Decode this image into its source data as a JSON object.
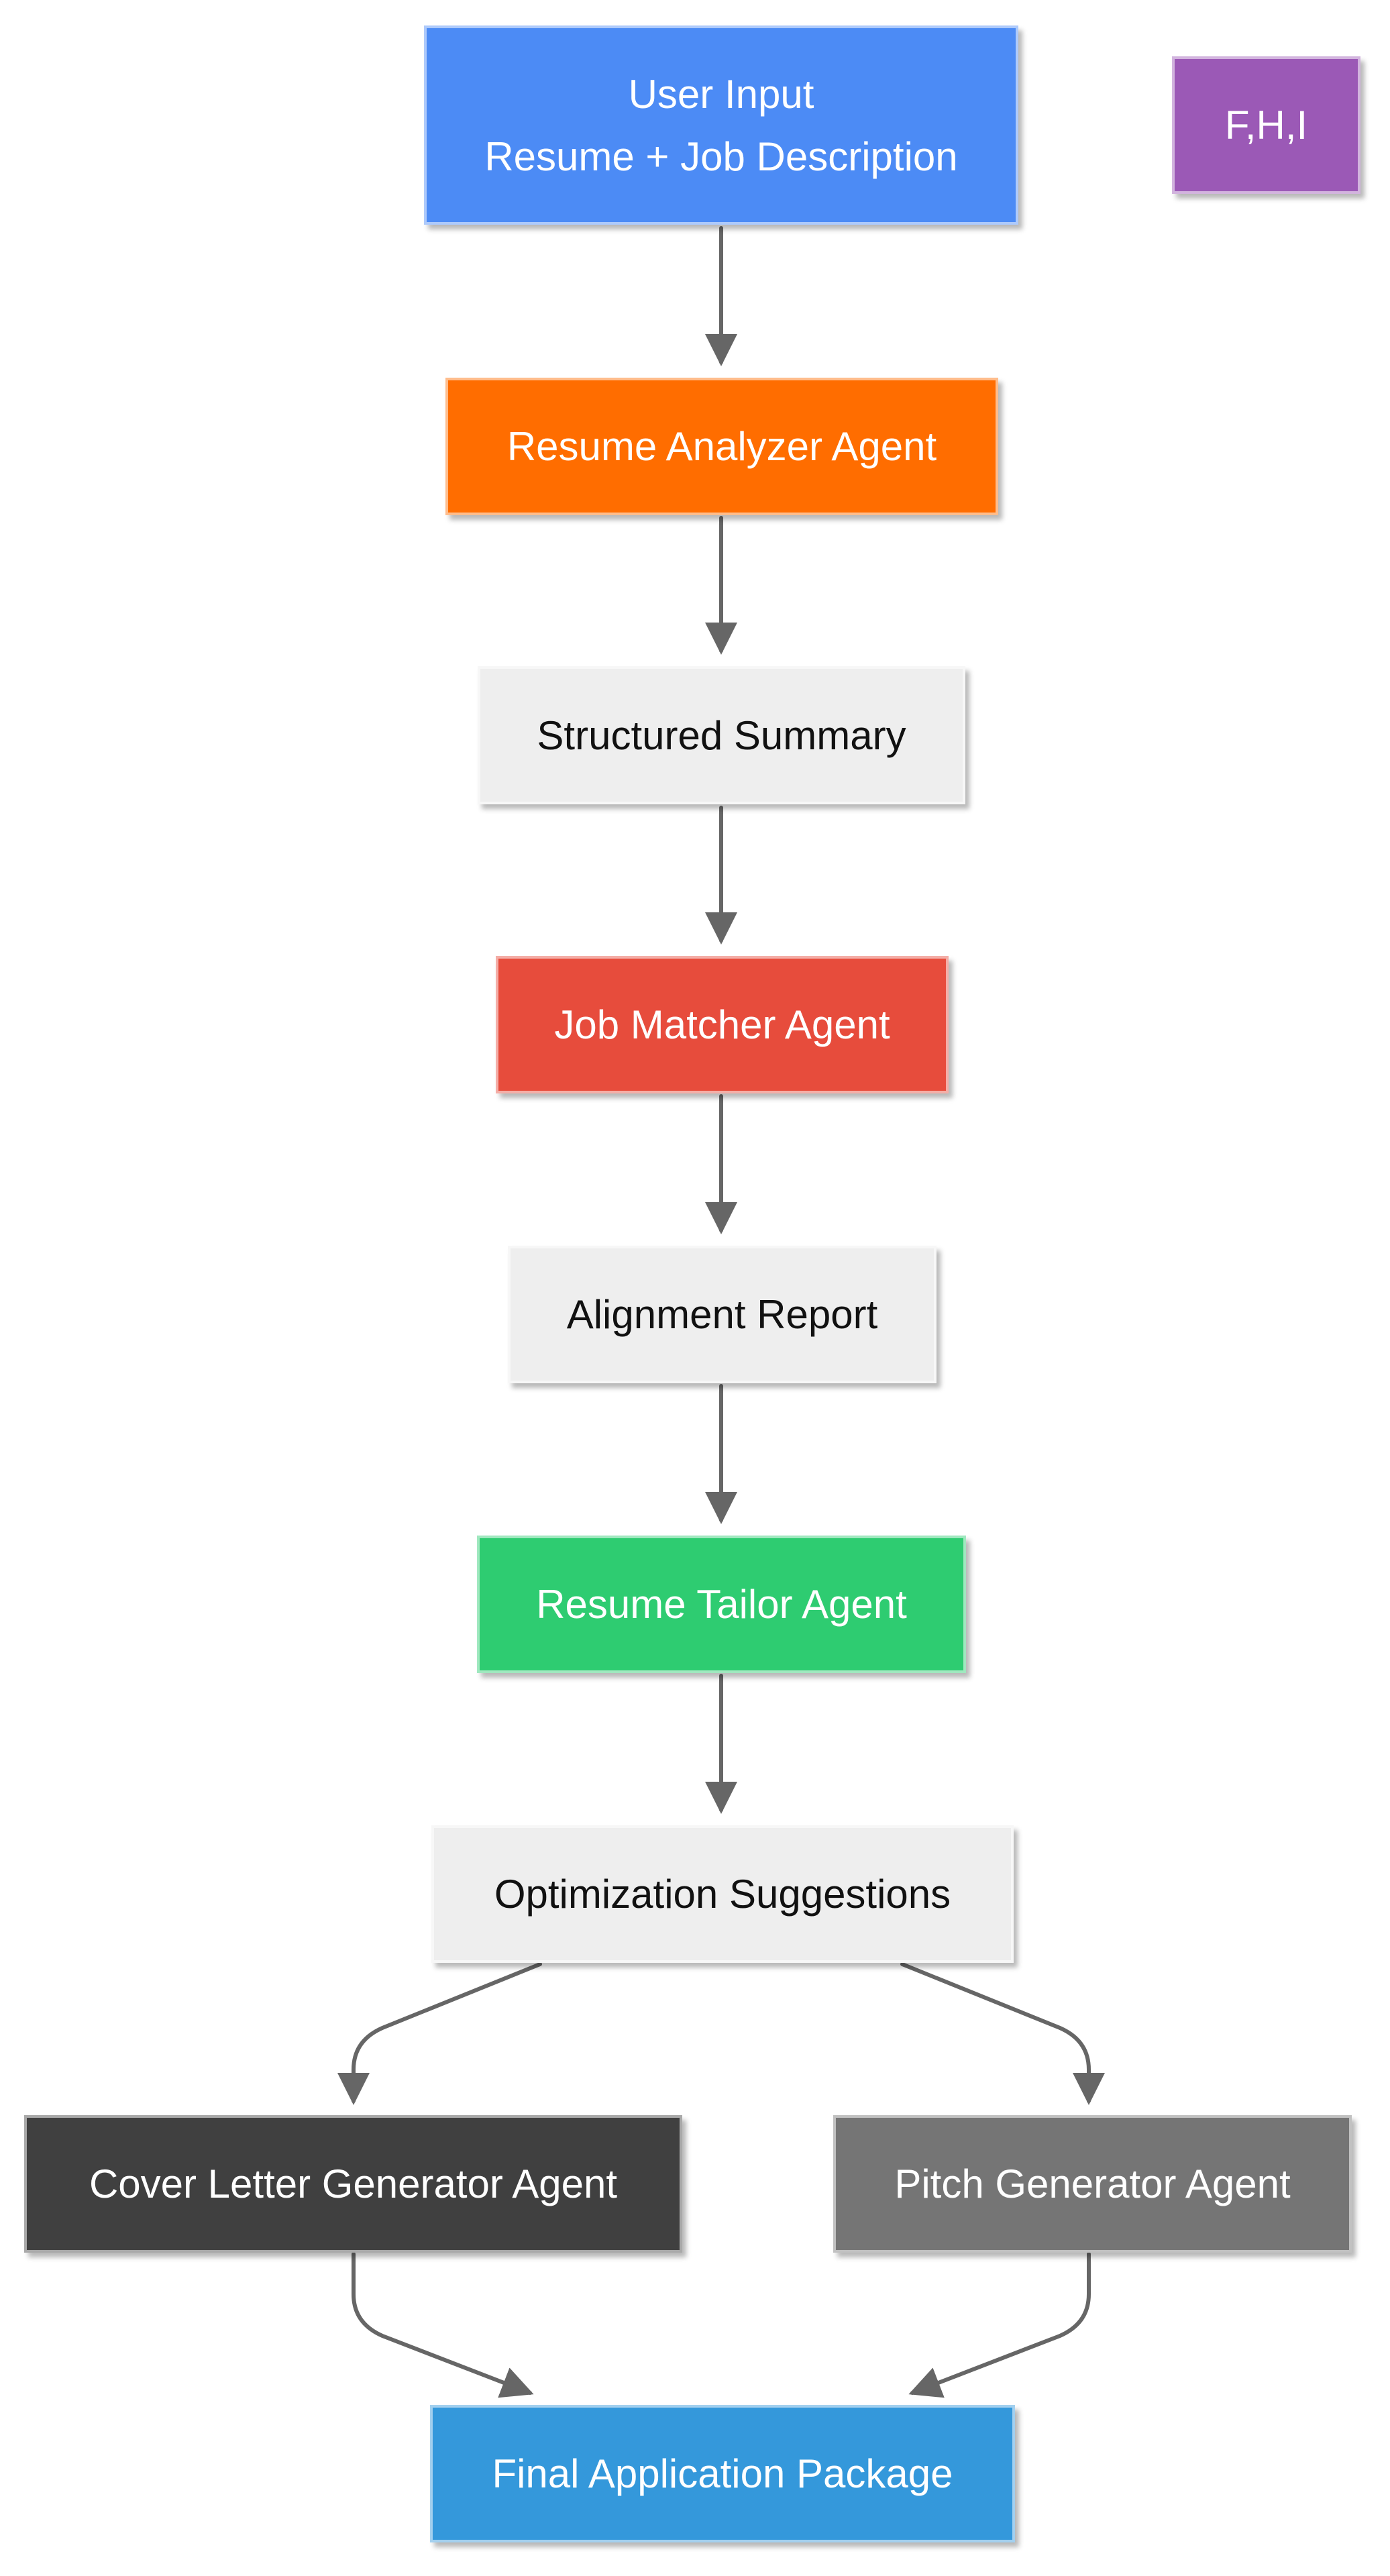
{
  "nodes": {
    "user_input": {
      "lines": [
        "User Input",
        "Resume + Job Description"
      ],
      "fill": "#4c8bf5",
      "text_color": "#ffffff"
    },
    "fhi": {
      "lines": [
        "F,H,I"
      ],
      "fill": "#9b59b6",
      "text_color": "#ffffff"
    },
    "resume_analyzer": {
      "lines": [
        "Resume Analyzer Agent"
      ],
      "fill": "#ff6d00",
      "text_color": "#ffffff"
    },
    "structured_summary": {
      "lines": [
        "Structured Summary"
      ],
      "fill": "#eeeeee",
      "text_color": "#111111"
    },
    "job_matcher": {
      "lines": [
        "Job Matcher Agent"
      ],
      "fill": "#e74c3c",
      "text_color": "#ffffff"
    },
    "alignment_report": {
      "lines": [
        "Alignment Report"
      ],
      "fill": "#eeeeee",
      "text_color": "#111111"
    },
    "resume_tailor": {
      "lines": [
        "Resume Tailor Agent"
      ],
      "fill": "#2ecc71",
      "text_color": "#ffffff"
    },
    "optimization_suggestions": {
      "lines": [
        "Optimization Suggestions"
      ],
      "fill": "#eeeeee",
      "text_color": "#111111"
    },
    "cover_letter_generator": {
      "lines": [
        "Cover Letter Generator Agent"
      ],
      "fill": "#404040",
      "text_color": "#ffffff"
    },
    "pitch_generator": {
      "lines": [
        "Pitch Generator Agent"
      ],
      "fill": "#757575",
      "text_color": "#ffffff"
    },
    "final_package": {
      "lines": [
        "Final Application Package"
      ],
      "fill": "#3498db",
      "text_color": "#ffffff"
    }
  },
  "edges": [
    {
      "from": "user_input",
      "to": "resume_analyzer"
    },
    {
      "from": "resume_analyzer",
      "to": "structured_summary"
    },
    {
      "from": "structured_summary",
      "to": "job_matcher"
    },
    {
      "from": "job_matcher",
      "to": "alignment_report"
    },
    {
      "from": "alignment_report",
      "to": "resume_tailor"
    },
    {
      "from": "resume_tailor",
      "to": "optimization_suggestions"
    },
    {
      "from": "optimization_suggestions",
      "to": "cover_letter_generator"
    },
    {
      "from": "optimization_suggestions",
      "to": "pitch_generator"
    },
    {
      "from": "cover_letter_generator",
      "to": "final_package"
    },
    {
      "from": "pitch_generator",
      "to": "final_package"
    }
  ],
  "edge_color": "#666666"
}
